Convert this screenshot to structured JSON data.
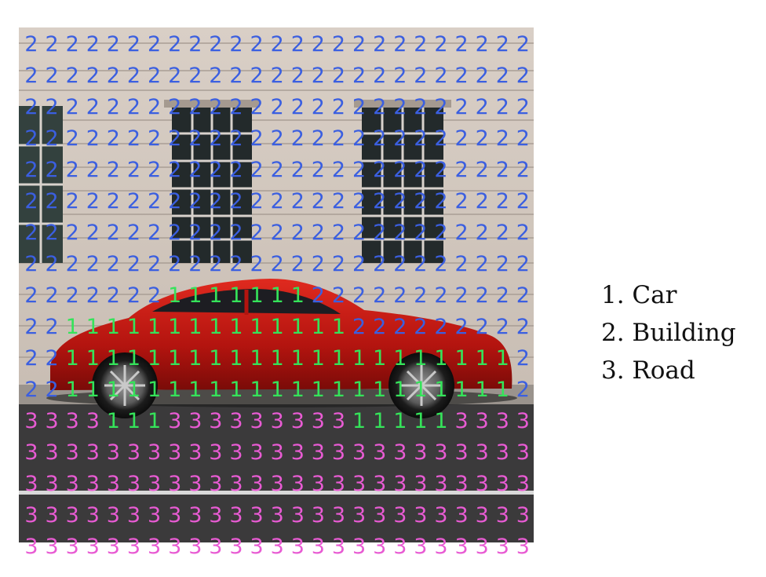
{
  "image": {
    "description_icon": "car-in-front-of-building-photo",
    "label_grid": [
      "2222222222222222222222222",
      "2222222222222222222222222",
      "2222222222222222222222222",
      "2222222222222222222222222",
      "2222222222222222222222222",
      "2222222222222222222222222",
      "2222222222222222222222222",
      "2222222222222222222222222",
      "2222222111111122222222222",
      "2211111111111111222222222",
      "2211111111111111111111112",
      "2211111111111111111111112",
      "3333111333333333111113333",
      "3333333333333333333333333",
      "3333333333333333333333333",
      "3333333333333333333333333",
      "3333333333333333333333333"
    ],
    "label_colors": {
      "1": "#35e35a",
      "2": "#3b5fe0",
      "3": "#e85bd3"
    }
  },
  "legend": {
    "items": [
      {
        "label": "1. Car"
      },
      {
        "label": "2. Building"
      },
      {
        "label": "3. Road"
      }
    ]
  }
}
